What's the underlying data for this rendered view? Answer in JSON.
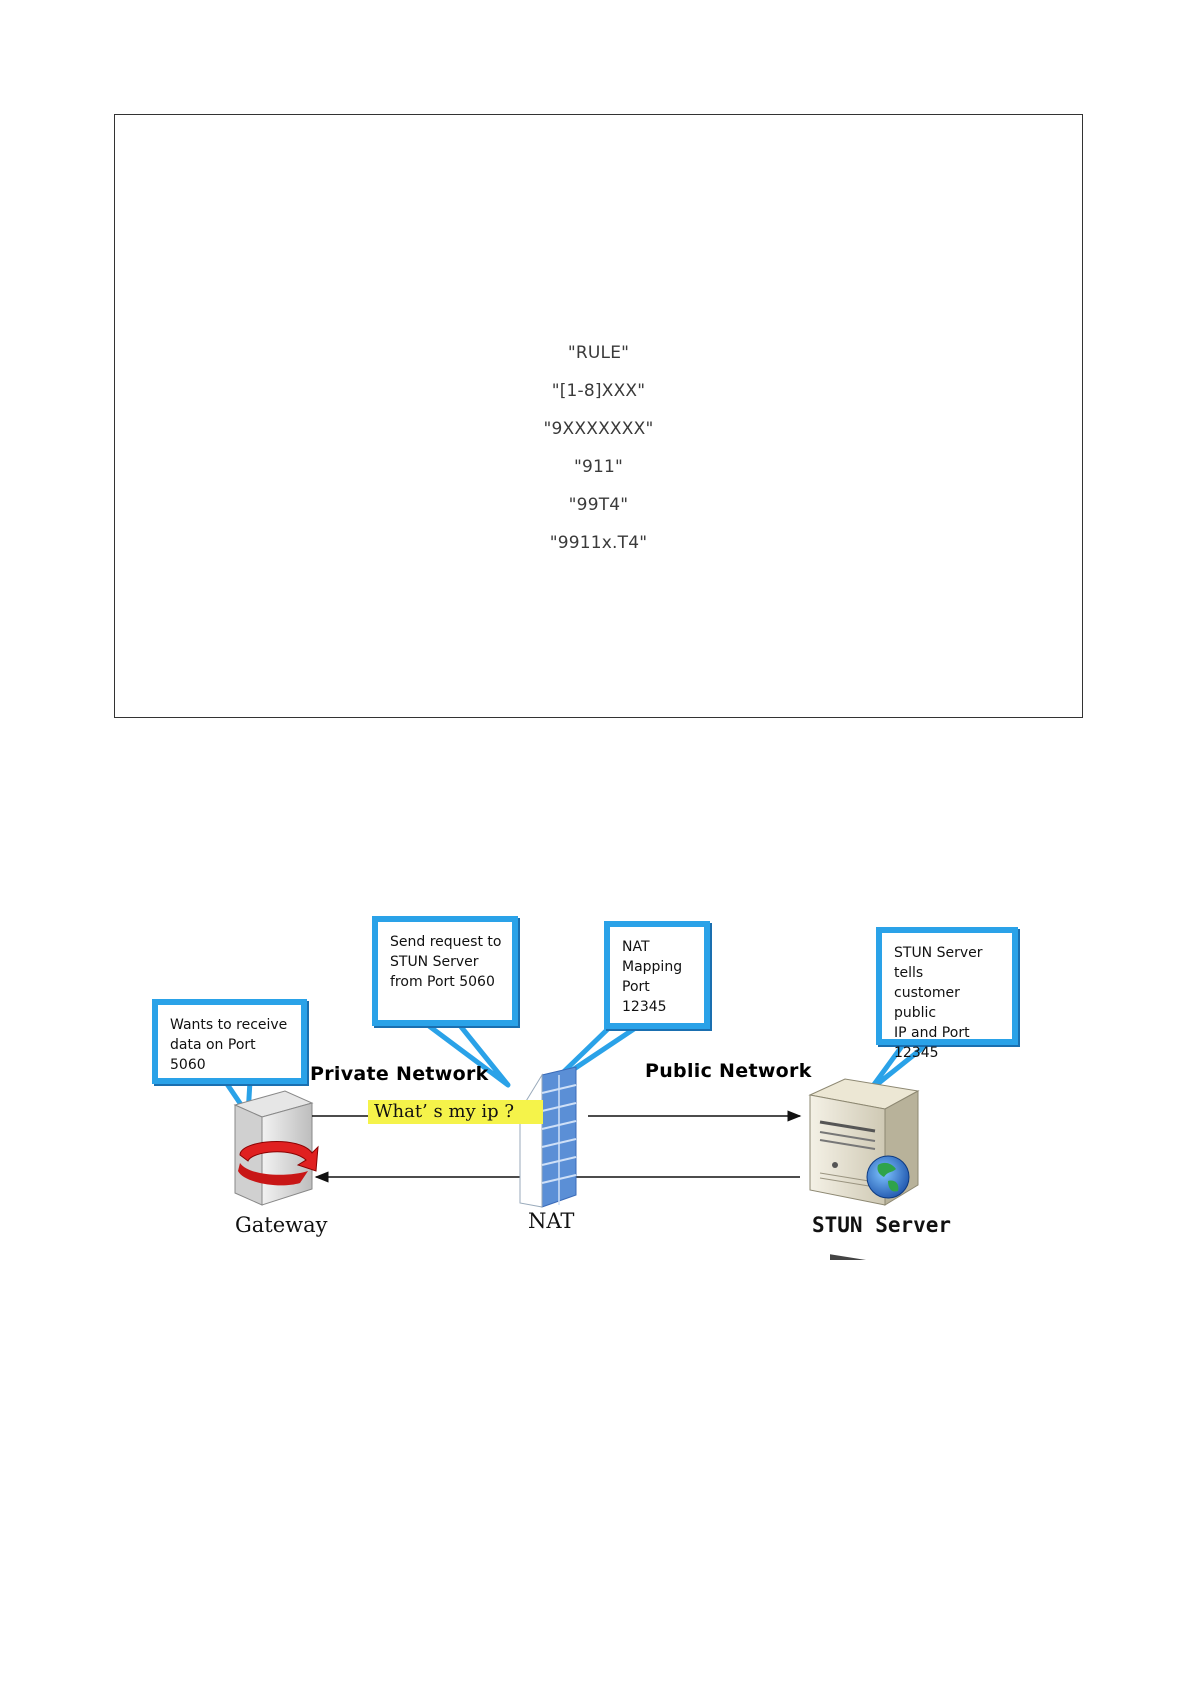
{
  "rules": {
    "items": [
      "\"RULE\"",
      "\"[1-8]XXX\"",
      "\"9XXXXXXX\"",
      "\"911\"",
      "\"99T4\"",
      "\"9911x.T4\""
    ]
  },
  "diagram": {
    "callouts": {
      "gateway": "Wants to receive\ndata on Port\n5060",
      "request": "Send request to\nSTUN Server\nfrom Port 5060",
      "mapping": "NAT\nMapping\nPort\n12345",
      "stun": "STUN Server tells\ncustomer public\nIP and Port\n12345"
    },
    "private_network_label": "Private Network",
    "public_network_label": "Public Network",
    "question": "What’ s my ip ?",
    "devices": {
      "gateway": "Gateway",
      "nat": "NAT",
      "stun": "STUN Server"
    },
    "colors": {
      "callout_border": "#2aa2e8",
      "question_highlight": "#f5f34a",
      "firewall_brick": "#5b8fd6"
    }
  }
}
